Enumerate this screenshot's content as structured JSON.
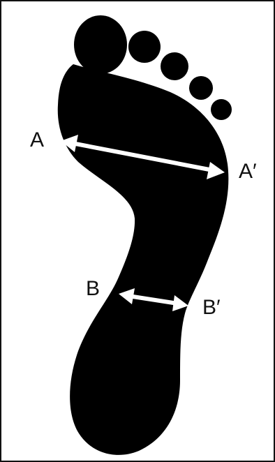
{
  "diagram": {
    "labels": {
      "a": "A",
      "a_prime": "A′",
      "b": "B",
      "b_prime": "B′"
    },
    "colors": {
      "foot": "#000000",
      "arrow": "#ffffff",
      "border": "#111111",
      "background": "#ffffff"
    }
  }
}
